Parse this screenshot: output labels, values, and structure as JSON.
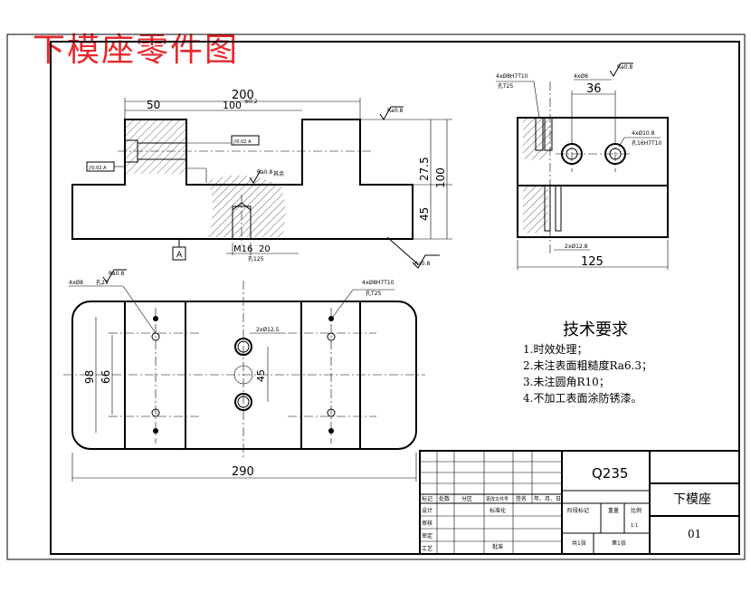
{
  "title": "下模座零件图",
  "front_view": {
    "dim_overall_top": "200",
    "dim_left": "50",
    "dim_inner": "100",
    "dim_inner_tol": "±0.2",
    "dim_height_top": "27.5",
    "dim_height_total": "100",
    "dim_height_base": "45",
    "thread_label": "M16",
    "thread_depth": "20",
    "hole_label": "孔125",
    "datum": "A",
    "roughness_top": "Ra0.8",
    "roughness_bottom": "Ra0.8",
    "roughness_hole": "Ra0.8",
    "remark": "其余",
    "geo_tol_1": "//0.02 A",
    "geo_tol_2": "//0.02 A"
  },
  "side_view": {
    "dim_width": "125",
    "dim_36": "36",
    "hole_callout_1": "4xØ8H7T10",
    "hole_callout_1b": "孔T25",
    "hole_callout_2": "4xØ8",
    "hole_callout_3": "4xØ10.8",
    "hole_callout_3b": "孔16H7T10",
    "bottom_label": "2xØ12.8",
    "roughness": "Ra0.8"
  },
  "top_view": {
    "dim_length": "290",
    "dim_98": "98",
    "dim_66": "66",
    "dim_45": "45",
    "callout_left": "4xØ8",
    "callout_left_b": "孔25",
    "callout_right": "4xØ8H7T10",
    "callout_right_b": "孔T25",
    "callout_center": "2xØ12.5",
    "roughness": "Ra0.8"
  },
  "tech_requirements": {
    "heading": "技术要求",
    "items": [
      "1.时效处理；",
      "2.未注表面粗糙度Ra6.3；",
      "3.未注圆角R10；",
      "4.不加工表面涂防锈漆。"
    ]
  },
  "title_block": {
    "material": "Q235",
    "part_name": "下模座",
    "drawing_no": "01",
    "headers": [
      "标记",
      "处数",
      "分区",
      "更改文件号",
      "签名",
      "年、月、日"
    ],
    "rows": [
      "设计",
      "审核",
      "审定",
      "工艺"
    ],
    "standardization": "标准化",
    "stage_label": "阶段标记",
    "weight_label": "重量",
    "scale_label": "比例",
    "scale_value": "1:1",
    "approve": "批准",
    "sheet_total": "共1张",
    "sheet_no": "第1张"
  }
}
